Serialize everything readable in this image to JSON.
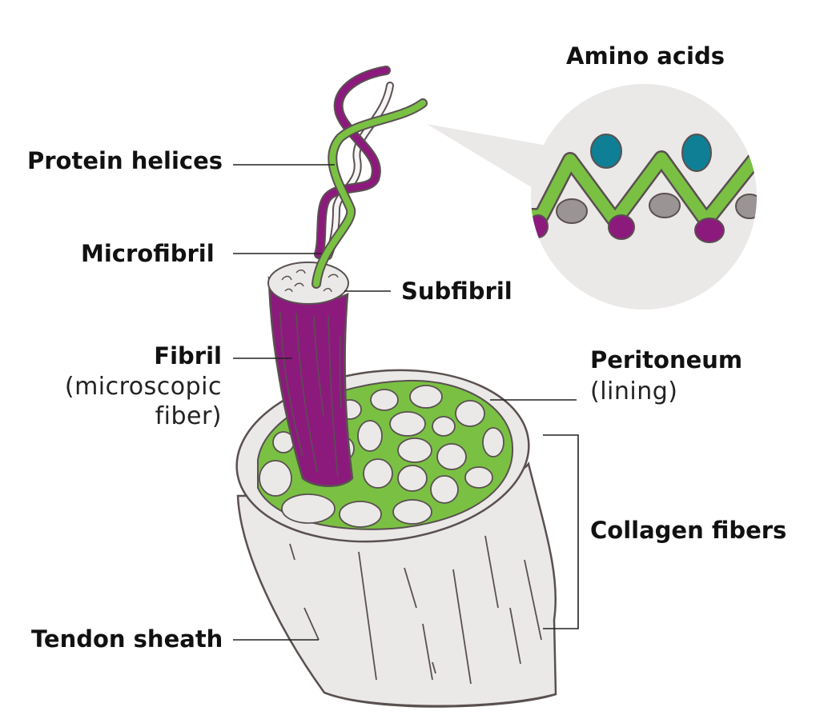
{
  "labels": {
    "amino_acids": "Amino acids",
    "protein_helices": "Protein helices",
    "microfibril": "Microfibril",
    "subfibril": "Subfibril",
    "fibril": "Fibril",
    "fibril_note_line1": "(microscopic",
    "fibril_note_line2": "fiber)",
    "peritoneum": "Peritoneum",
    "peritoneum_note": "(lining)",
    "collagen_fibers": "Collagen fibers",
    "tendon_sheath": "Tendon sheath"
  },
  "colors": {
    "green": "#7ac143",
    "purple": "#8c1a7d",
    "teal": "#0f7f95",
    "light_gray": "#ebe8e8",
    "mid_gray": "#9a9494",
    "outline": "#5a5050",
    "text": "#111111"
  }
}
